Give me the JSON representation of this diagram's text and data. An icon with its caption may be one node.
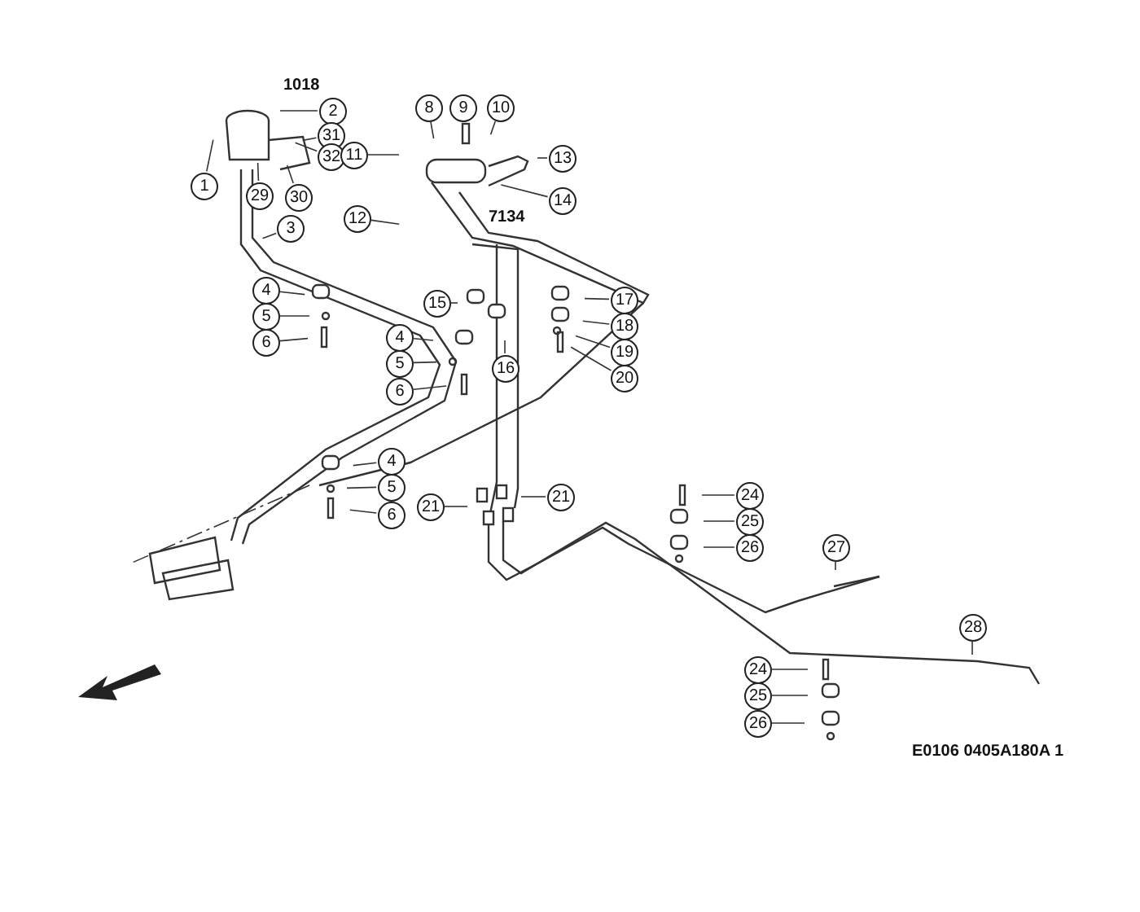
{
  "diagram": {
    "nodes": [
      {
        "text": [
          "1"
        ]
      },
      {
        "text": [
          "2"
        ]
      },
      {
        "text": [
          "31"
        ]
      },
      {
        "text": [
          "32"
        ]
      },
      {
        "text": [
          "29"
        ]
      },
      {
        "text": [
          "30"
        ]
      },
      {
        "text": [
          "3"
        ]
      },
      {
        "text": [
          "8"
        ]
      },
      {
        "text": [
          "9"
        ]
      },
      {
        "text": [
          "10"
        ]
      },
      {
        "text": [
          "11"
        ]
      },
      {
        "text": [
          "13"
        ]
      },
      {
        "text": [
          "14"
        ]
      },
      {
        "text": [
          "12"
        ]
      },
      {
        "text": [
          "4"
        ]
      },
      {
        "text": [
          "5"
        ]
      },
      {
        "text": [
          "6"
        ]
      },
      {
        "text": [
          "15"
        ]
      },
      {
        "text": [
          "16"
        ]
      },
      {
        "text": [
          "17"
        ]
      },
      {
        "text": [
          "18"
        ]
      },
      {
        "text": [
          "19"
        ]
      },
      {
        "text": [
          "20"
        ]
      },
      {
        "text": [
          "4"
        ]
      },
      {
        "text": [
          "5"
        ]
      },
      {
        "text": [
          "6"
        ]
      },
      {
        "text": [
          "4"
        ]
      },
      {
        "text": [
          "5"
        ]
      },
      {
        "text": [
          "6"
        ]
      },
      {
        "text": [
          "21"
        ]
      },
      {
        "text": [
          "21"
        ]
      },
      {
        "text": [
          "24"
        ]
      },
      {
        "text": [
          "25"
        ]
      },
      {
        "text": [
          "26"
        ]
      },
      {
        "text": [
          "27"
        ]
      },
      {
        "text": [
          "28"
        ]
      },
      {
        "text": [
          "24"
        ]
      },
      {
        "text": [
          "25"
        ]
      },
      {
        "text": [
          "26"
        ]
      }
    ],
    "edges": [
      {
        "from": 0,
        "to": null,
        "arrow": "none"
      },
      {
        "from": 1,
        "to": null,
        "arrow": "none"
      },
      {
        "from": 2,
        "to": null,
        "arrow": "none"
      },
      {
        "from": 3,
        "to": null,
        "arrow": "none"
      },
      {
        "from": 4,
        "to": null,
        "arrow": "none"
      },
      {
        "from": 5,
        "to": null,
        "arrow": "none"
      },
      {
        "from": 6,
        "to": null,
        "arrow": "none"
      },
      {
        "from": 7,
        "to": null,
        "arrow": "none"
      },
      {
        "from": 8,
        "to": null,
        "arrow": "none"
      },
      {
        "from": 9,
        "to": null,
        "arrow": "none"
      },
      {
        "from": 10,
        "to": null,
        "arrow": "none"
      },
      {
        "from": 11,
        "to": null,
        "arrow": "none"
      },
      {
        "from": 12,
        "to": null,
        "arrow": "none"
      },
      {
        "from": 13,
        "to": null,
        "arrow": "none"
      },
      {
        "from": 14,
        "to": null,
        "arrow": "none"
      },
      {
        "from": 15,
        "to": null,
        "arrow": "none"
      },
      {
        "from": 16,
        "to": null,
        "arrow": "none"
      },
      {
        "from": 17,
        "to": null,
        "arrow": "none"
      },
      {
        "from": 18,
        "to": null,
        "arrow": "none"
      },
      {
        "from": 19,
        "to": null,
        "arrow": "none"
      },
      {
        "from": 20,
        "to": null,
        "arrow": "none"
      },
      {
        "from": 21,
        "to": null,
        "arrow": "none"
      },
      {
        "from": 22,
        "to": null,
        "arrow": "none"
      },
      {
        "from": 23,
        "to": null,
        "arrow": "none"
      },
      {
        "from": 24,
        "to": null,
        "arrow": "none"
      },
      {
        "from": 25,
        "to": null,
        "arrow": "none"
      },
      {
        "from": 26,
        "to": null,
        "arrow": "none"
      },
      {
        "from": 27,
        "to": null,
        "arrow": "none"
      },
      {
        "from": 28,
        "to": null,
        "arrow": "none"
      },
      {
        "from": 29,
        "to": null,
        "arrow": "none"
      },
      {
        "from": 30,
        "to": null,
        "arrow": "none"
      },
      {
        "from": 31,
        "to": null,
        "arrow": "none"
      },
      {
        "from": 32,
        "to": null,
        "arrow": "none"
      },
      {
        "from": 33,
        "to": null,
        "arrow": "none"
      },
      {
        "from": 34,
        "to": null,
        "arrow": "none"
      },
      {
        "from": 35,
        "to": null,
        "arrow": "none"
      },
      {
        "from": 36,
        "to": null,
        "arrow": "none"
      },
      {
        "from": 37,
        "to": null,
        "arrow": "none"
      },
      {
        "from": 38,
        "to": null,
        "arrow": "none"
      }
    ],
    "labels": [
      "1018",
      "7134",
      "E0106 0405A180A 1"
    ]
  }
}
